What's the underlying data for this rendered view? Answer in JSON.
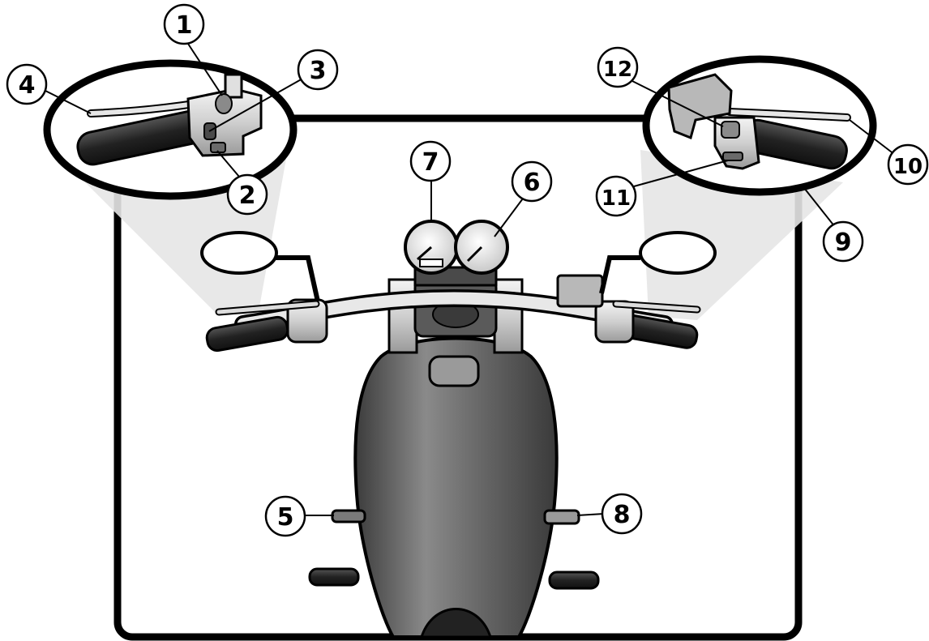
{
  "diagram": {
    "callouts": [
      {
        "id": "1",
        "label": "1"
      },
      {
        "id": "2",
        "label": "2"
      },
      {
        "id": "3",
        "label": "3"
      },
      {
        "id": "4",
        "label": "4"
      },
      {
        "id": "5",
        "label": "5"
      },
      {
        "id": "6",
        "label": "6"
      },
      {
        "id": "7",
        "label": "7"
      },
      {
        "id": "8",
        "label": "8"
      },
      {
        "id": "9",
        "label": "9"
      },
      {
        "id": "10",
        "label": "10"
      },
      {
        "id": "11",
        "label": "11"
      },
      {
        "id": "12",
        "label": "12"
      }
    ],
    "colors": {
      "outline": "#000000",
      "tank_dark": "#4a4a4a",
      "tank_light": "#8c8c8c",
      "chrome": "#d9d9d9",
      "grip": "#2b2b2b",
      "beam": "#e6e6e6"
    }
  }
}
